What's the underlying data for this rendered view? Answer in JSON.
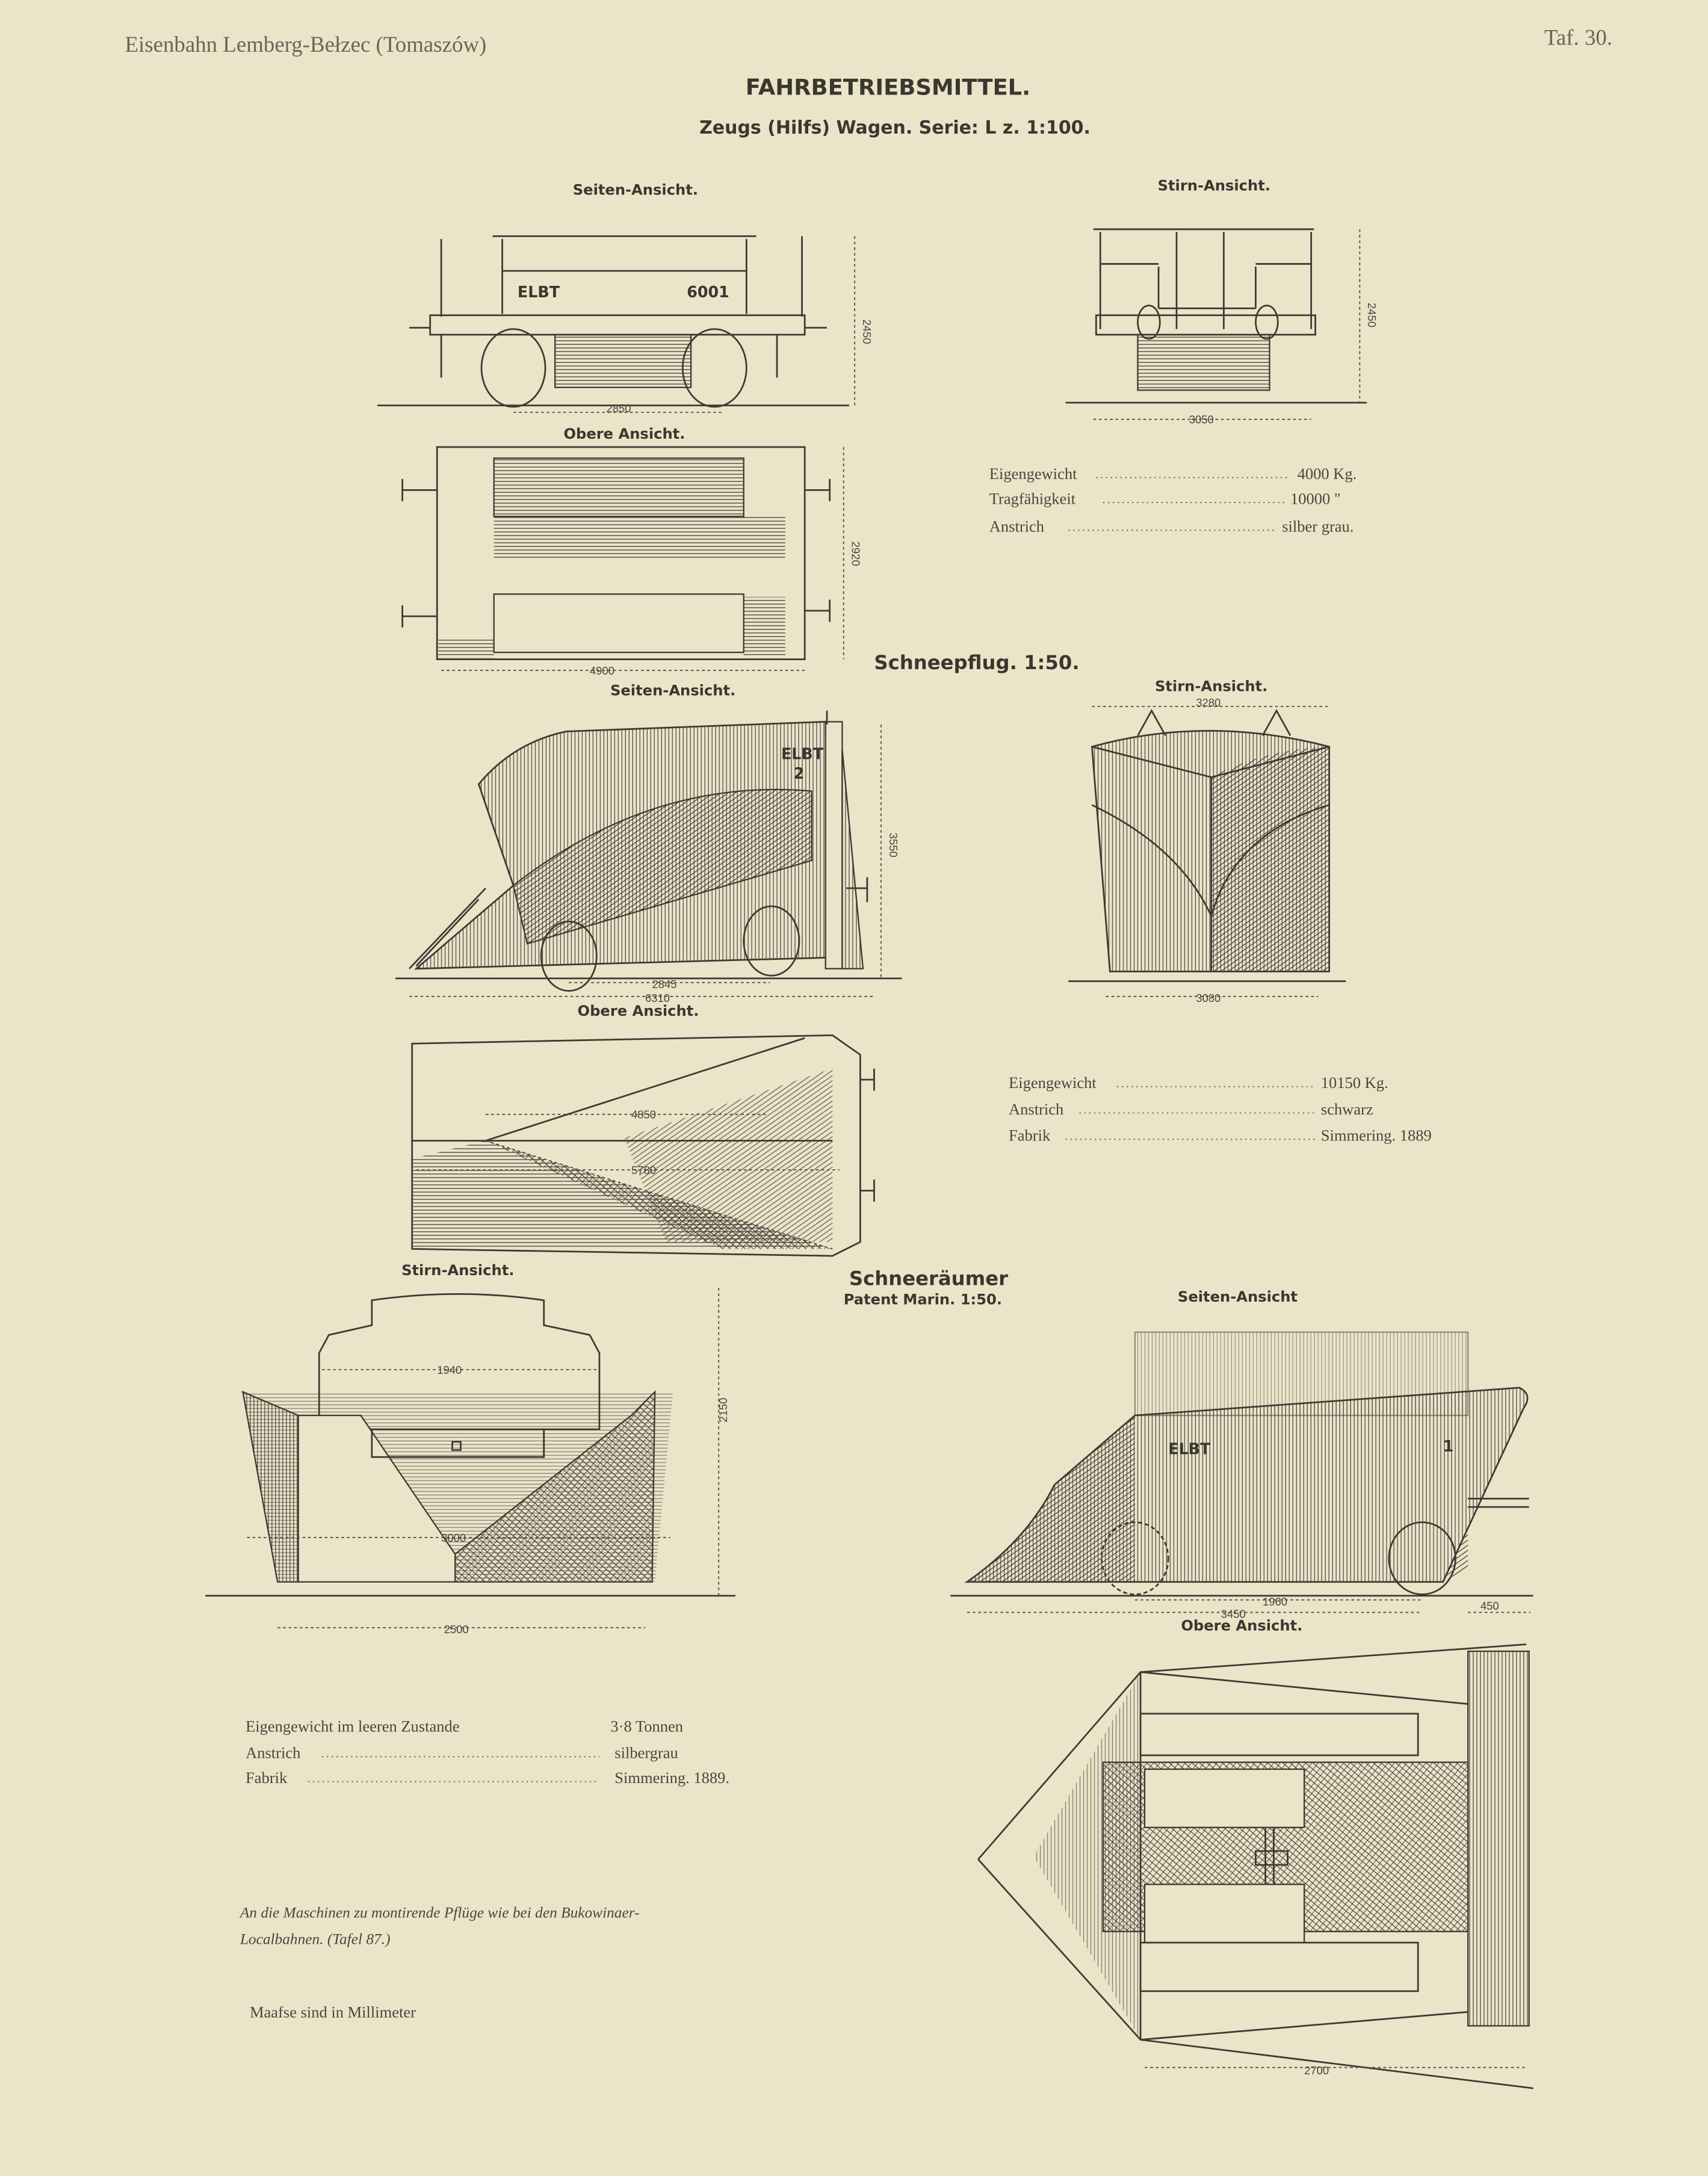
{
  "header": {
    "railway": "Eisenbahn Lemberg-Bełzec (Tomaszów)",
    "plate": "Taf. 30.",
    "title": "FAHRBETRIEBSMITTEL.",
    "subtitle": "Zeugs (Hilfs) Wagen. Serie: L z. 1:100."
  },
  "wagon": {
    "side_label": "Seiten-Ansicht.",
    "end_label": "Stirn-Ansicht.",
    "top_label": "Obere Ansicht.",
    "marking_left": "ELBT",
    "marking_right": "6001",
    "dims": {
      "side_height": "2450",
      "wheelbase": "2850",
      "end_height": "2450",
      "end_width": "3050",
      "top_width": "2920",
      "top_length": "4900"
    },
    "specs": [
      {
        "label": "Eigengewicht",
        "value": "4000 Kg."
      },
      {
        "label": "Tragfähigkeit",
        "value": "10000 \""
      },
      {
        "label": "Anstrich",
        "value": "silber grau."
      }
    ]
  },
  "snowplough": {
    "heading": "Schneepflug. 1:50.",
    "side_label": "Seiten-Ansicht.",
    "end_label": "Stirn-Ansicht.",
    "top_label": "Obere Ansicht.",
    "marking": "ELBT",
    "number": "2",
    "dims": {
      "height": "3550",
      "wheelbase": "2845",
      "length": "6310",
      "end_top_width": "3280",
      "end_bottom_width": "3080",
      "top_a": "4850",
      "top_b": "5780"
    },
    "specs": [
      {
        "label": "Eigengewicht",
        "value": "10150 Kg."
      },
      {
        "label": "Anstrich",
        "value": "schwarz"
      },
      {
        "label": "Fabrik",
        "value": "Simmering. 1889"
      }
    ]
  },
  "snow_clearer": {
    "heading": "Schneeräumer",
    "subheading": "Patent Marin. 1:50.",
    "end_label": "Stirn-Ansicht.",
    "side_label": "Seiten-Ansicht",
    "top_label": "Obere Ansicht.",
    "marking": "ELBT",
    "number": "1",
    "dims": {
      "cab_width": "1940",
      "blade_width": "3000",
      "height": "2150",
      "track": "2500",
      "wheelbase": "1960",
      "length": "3450",
      "overhang": "450",
      "top_width": "2700"
    },
    "specs": [
      {
        "label": "Eigengewicht im leeren Zustande",
        "value": "3·8 Tonnen"
      },
      {
        "label": "Anstrich",
        "value": "silbergrau"
      },
      {
        "label": "Fabrik",
        "value": "Simmering. 1889."
      }
    ]
  },
  "notes": {
    "line1": "An die Maschinen zu montirende Pflüge wie bei den Bukowinaer-",
    "line2": "Localbahnen. (Tafel 87.)",
    "units": "Maafse sind in Millimeter"
  }
}
